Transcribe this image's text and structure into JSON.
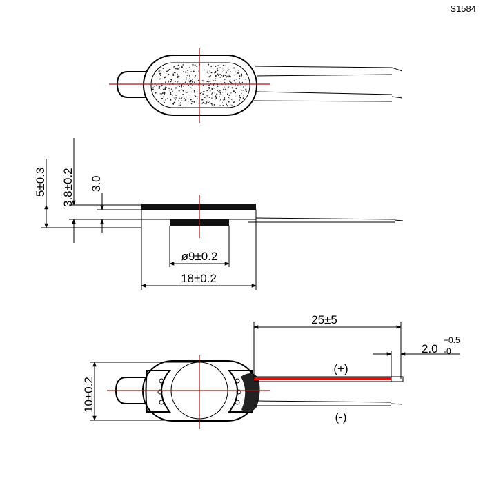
{
  "part_code": "S1584",
  "colors": {
    "centerline": "#b01515",
    "positive_wire": "#e01010",
    "line": "#000000"
  },
  "front_view": {
    "dims": {
      "total_height": "5±0.3",
      "body_height": "3.8±0.2",
      "top_height": "3.0",
      "diameter": "ø9±0.2",
      "length": "18±0.2"
    }
  },
  "bottom_view": {
    "dims": {
      "lead_length": "25±5",
      "strip_length_base": "2.0",
      "strip_length_upper": "+0.5",
      "strip_length_lower": "-0",
      "width": "10±0.2"
    },
    "polarity": {
      "positive": "(+)",
      "negative": "(-)"
    }
  }
}
